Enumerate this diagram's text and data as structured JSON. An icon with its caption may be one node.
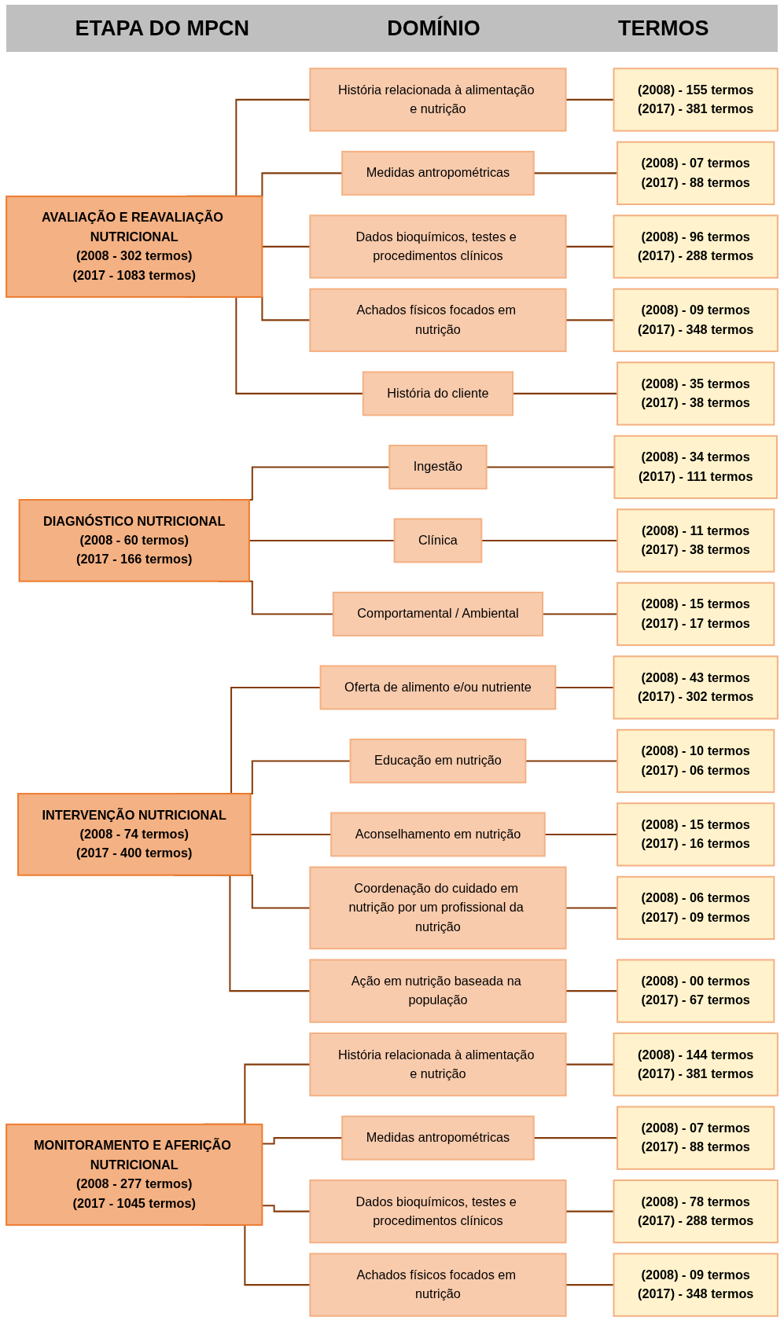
{
  "diagram": {
    "nodes": [
      {
        "text": [
          "AVALIAÇÃO E REAVALIAÇÃO NUTRICIONAL",
          "(2008 - 302 termos)",
          "(2017 - 1083 termos)"
        ]
      },
      {
        "text": [
          "História relacionada à alimentação e nutrição"
        ]
      },
      {
        "text": [
          "(2008) - 155 termos",
          "(2017) - 381 termos"
        ]
      },
      {
        "text": [
          "Medidas antropométricas"
        ]
      },
      {
        "text": [
          "(2008) - 07 termos",
          "(2017) - 88 termos"
        ]
      },
      {
        "text": [
          "Dados bioquímicos, testes e procedimentos clínicos"
        ]
      },
      {
        "text": [
          "(2008) - 96 termos",
          "(2017) - 288 termos"
        ]
      },
      {
        "text": [
          "Achados físicos focados em nutrição"
        ]
      },
      {
        "text": [
          "(2008) - 09 termos",
          "(2017) - 348 termos"
        ]
      },
      {
        "text": [
          "História do cliente"
        ]
      },
      {
        "text": [
          "(2008) - 35 termos",
          "(2017) - 38 termos"
        ]
      },
      {
        "text": [
          "DIAGNÓSTICO NUTRICIONAL",
          "(2008 - 60 termos)",
          "(2017 - 166 termos)"
        ]
      },
      {
        "text": [
          "Ingestão"
        ]
      },
      {
        "text": [
          "(2008) - 34 termos",
          "(2017) - 111 termos"
        ]
      },
      {
        "text": [
          "Clínica"
        ]
      },
      {
        "text": [
          "(2008) - 11 termos",
          "(2017) - 38 termos"
        ]
      },
      {
        "text": [
          "Comportamental / Ambiental"
        ]
      },
      {
        "text": [
          "(2008) - 15 termos",
          "(2017) - 17 termos"
        ]
      },
      {
        "text": [
          "INTERVENÇÃO NUTRICIONAL",
          "(2008 - 74 termos)",
          "(2017 - 400 termos)"
        ]
      },
      {
        "text": [
          "Oferta de alimento e/ou nutriente"
        ]
      },
      {
        "text": [
          "(2008) - 43 termos",
          "(2017) - 302 termos"
        ]
      },
      {
        "text": [
          "Educação em nutrição"
        ]
      },
      {
        "text": [
          "(2008) - 10 termos",
          "(2017) - 06 termos"
        ]
      },
      {
        "text": [
          "Aconselhamento em nutrição"
        ]
      },
      {
        "text": [
          "(2008) - 15 termos",
          "(2017) - 16 termos"
        ]
      },
      {
        "text": [
          "Coordenação do cuidado em nutrição por um profissional da nutrição"
        ]
      },
      {
        "text": [
          "(2008) - 06 termos",
          "(2017) - 09 termos"
        ]
      },
      {
        "text": [
          "Ação em nutrição baseada na população"
        ]
      },
      {
        "text": [
          "(2008) - 00 termos",
          "(2017) - 67 termos"
        ]
      },
      {
        "text": [
          "MONITORAMENTO E AFERIÇÃO NUTRICIONAL",
          "(2008 - 277 termos)",
          "(2017 - 1045 termos)"
        ]
      },
      {
        "text": [
          "História relacionada à alimentação e nutrição"
        ]
      },
      {
        "text": [
          "(2008) - 144 termos",
          "(2017) - 381 termos"
        ]
      },
      {
        "text": [
          "Medidas antropométricas"
        ]
      },
      {
        "text": [
          "(2008) - 07 termos",
          "(2017) - 88 termos"
        ]
      },
      {
        "text": [
          "Dados bioquímicos, testes e procedimentos clínicos"
        ]
      },
      {
        "text": [
          "(2008) - 78 termos",
          "(2017) - 288 termos"
        ]
      },
      {
        "text": [
          "Achados físicos focados em nutrição"
        ]
      },
      {
        "text": [
          "(2008) - 09 termos",
          "(2017) - 348 termos"
        ]
      }
    ],
    "edges": [
      {
        "from": 0,
        "to": 1,
        "arrow": "none"
      },
      {
        "from": 1,
        "to": 2,
        "arrow": "none"
      },
      {
        "from": 0,
        "to": 3,
        "arrow": "none"
      },
      {
        "from": 3,
        "to": 4,
        "arrow": "none"
      },
      {
        "from": 0,
        "to": 5,
        "arrow": "none"
      },
      {
        "from": 5,
        "to": 6,
        "arrow": "none"
      },
      {
        "from": 0,
        "to": 7,
        "arrow": "none"
      },
      {
        "from": 7,
        "to": 8,
        "arrow": "none"
      },
      {
        "from": 0,
        "to": 9,
        "arrow": "none"
      },
      {
        "from": 9,
        "to": 10,
        "arrow": "none"
      },
      {
        "from": 11,
        "to": 12,
        "arrow": "none"
      },
      {
        "from": 12,
        "to": 13,
        "arrow": "none"
      },
      {
        "from": 11,
        "to": 14,
        "arrow": "none"
      },
      {
        "from": 14,
        "to": 15,
        "arrow": "none"
      },
      {
        "from": 11,
        "to": 16,
        "arrow": "none"
      },
      {
        "from": 16,
        "to": 17,
        "arrow": "none"
      },
      {
        "from": 18,
        "to": 19,
        "arrow": "none"
      },
      {
        "from": 19,
        "to": 20,
        "arrow": "none"
      },
      {
        "from": 18,
        "to": 21,
        "arrow": "none"
      },
      {
        "from": 21,
        "to": 22,
        "arrow": "none"
      },
      {
        "from": 18,
        "to": 23,
        "arrow": "none"
      },
      {
        "from": 23,
        "to": 24,
        "arrow": "none"
      },
      {
        "from": 18,
        "to": 25,
        "arrow": "none"
      },
      {
        "from": 25,
        "to": 26,
        "arrow": "none"
      },
      {
        "from": 18,
        "to": 27,
        "arrow": "none"
      },
      {
        "from": 27,
        "to": 28,
        "arrow": "none"
      },
      {
        "from": 29,
        "to": 30,
        "arrow": "none"
      },
      {
        "from": 30,
        "to": 31,
        "arrow": "none"
      },
      {
        "from": 29,
        "to": 32,
        "arrow": "none"
      },
      {
        "from": 32,
        "to": 33,
        "arrow": "none"
      },
      {
        "from": 29,
        "to": 34,
        "arrow": "none"
      },
      {
        "from": 34,
        "to": 35,
        "arrow": "none"
      },
      {
        "from": 29,
        "to": 36,
        "arrow": "none"
      },
      {
        "from": 36,
        "to": 37,
        "arrow": "none"
      }
    ],
    "labels": [
      "ETAPA DO MPCN",
      "DOMÍNIO",
      "TERMOS"
    ]
  }
}
